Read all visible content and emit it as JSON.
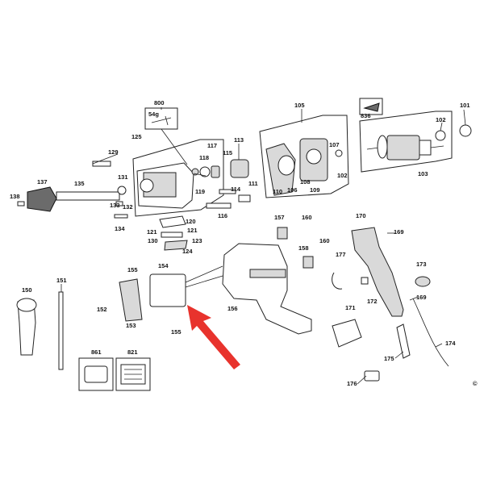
{
  "copyright_symbol": "©",
  "accent_color": "#e8332d",
  "labels": {
    "l800": "800",
    "l54g": "54g",
    "l105": "105",
    "l836": "836",
    "l101": "101",
    "l102a": "102",
    "l103": "103",
    "l125": "125",
    "l129": "129",
    "l117": "117",
    "l118": "118",
    "l119": "119",
    "l115": "115",
    "l113": "113",
    "l114": "114",
    "l116": "116",
    "l111": "111",
    "l110": "110",
    "l106": "106",
    "l108": "108",
    "l109": "109",
    "l107": "107",
    "l102b": "102",
    "l137": "137",
    "l135": "135",
    "l131": "131",
    "l138": "138",
    "l133": "133",
    "l132": "132",
    "l134": "134",
    "l120": "120",
    "l121a": "121",
    "l121b": "121",
    "l130": "130",
    "l123": "123",
    "l124": "124",
    "l157": "157",
    "l160a": "160",
    "l158": "158",
    "l160b": "160",
    "l177": "177",
    "l170": "170",
    "l169a": "169",
    "l169b": "169",
    "l173": "173",
    "l172": "172",
    "l151": "151",
    "l150": "150",
    "l155a": "155",
    "l154": "154",
    "l152": "152",
    "l153": "153",
    "l155b": "155",
    "l156": "156",
    "l171": "171",
    "l176": "176",
    "l175": "175",
    "l174": "174",
    "l861": "861",
    "l821": "821"
  }
}
